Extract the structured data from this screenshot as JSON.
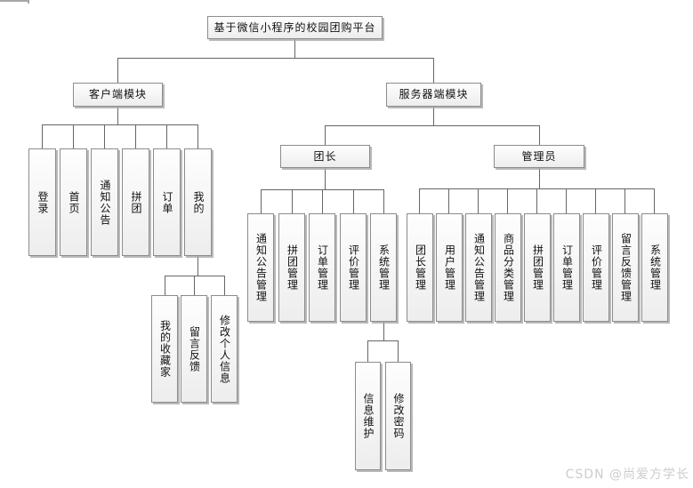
{
  "tree": {
    "root": "基于微信小程序的校园团购平台",
    "client": {
      "label": "客户端模块",
      "children": {
        "login": "登录",
        "home": "首页",
        "notice": "通知公告",
        "group_buy": "拼团",
        "order": "订单",
        "mine": "我的"
      },
      "mine_children": {
        "my_favorites": "我的收藏家",
        "message_feedback": "留言反馈",
        "edit_personal_info": "修改个人信息"
      }
    },
    "server": {
      "label": "服务器端模块",
      "leader": {
        "label": "团长",
        "children": {
          "notice_mgmt": "通知公告管理",
          "group_buy_mgmt": "拼团管理",
          "order_mgmt": "订单管理",
          "review_mgmt": "评价管理",
          "system_mgmt": "系统管理"
        },
        "system_children": {
          "info_maintenance": "信息维护",
          "change_password": "修改密码"
        }
      },
      "admin": {
        "label": "管理员",
        "children": {
          "leader_mgmt": "团长管理",
          "user_mgmt": "用户管理",
          "notice_mgmt": "通知公告管理",
          "product_category_mgmt": "商品分类管理",
          "group_buy_mgmt": "拼团管理",
          "order_mgmt": "订单管理",
          "review_mgmt": "评价管理",
          "message_feedback_mgmt": "留言反馈管理",
          "system_mgmt": "系统管理"
        }
      }
    }
  },
  "watermark": {
    "text": "CSDN @尚爱方学长",
    "color": "#cccccc"
  },
  "colors": {
    "connector": "#666666",
    "node_border": "#8c8c8c",
    "node_shadow": "#a8a8a8"
  }
}
